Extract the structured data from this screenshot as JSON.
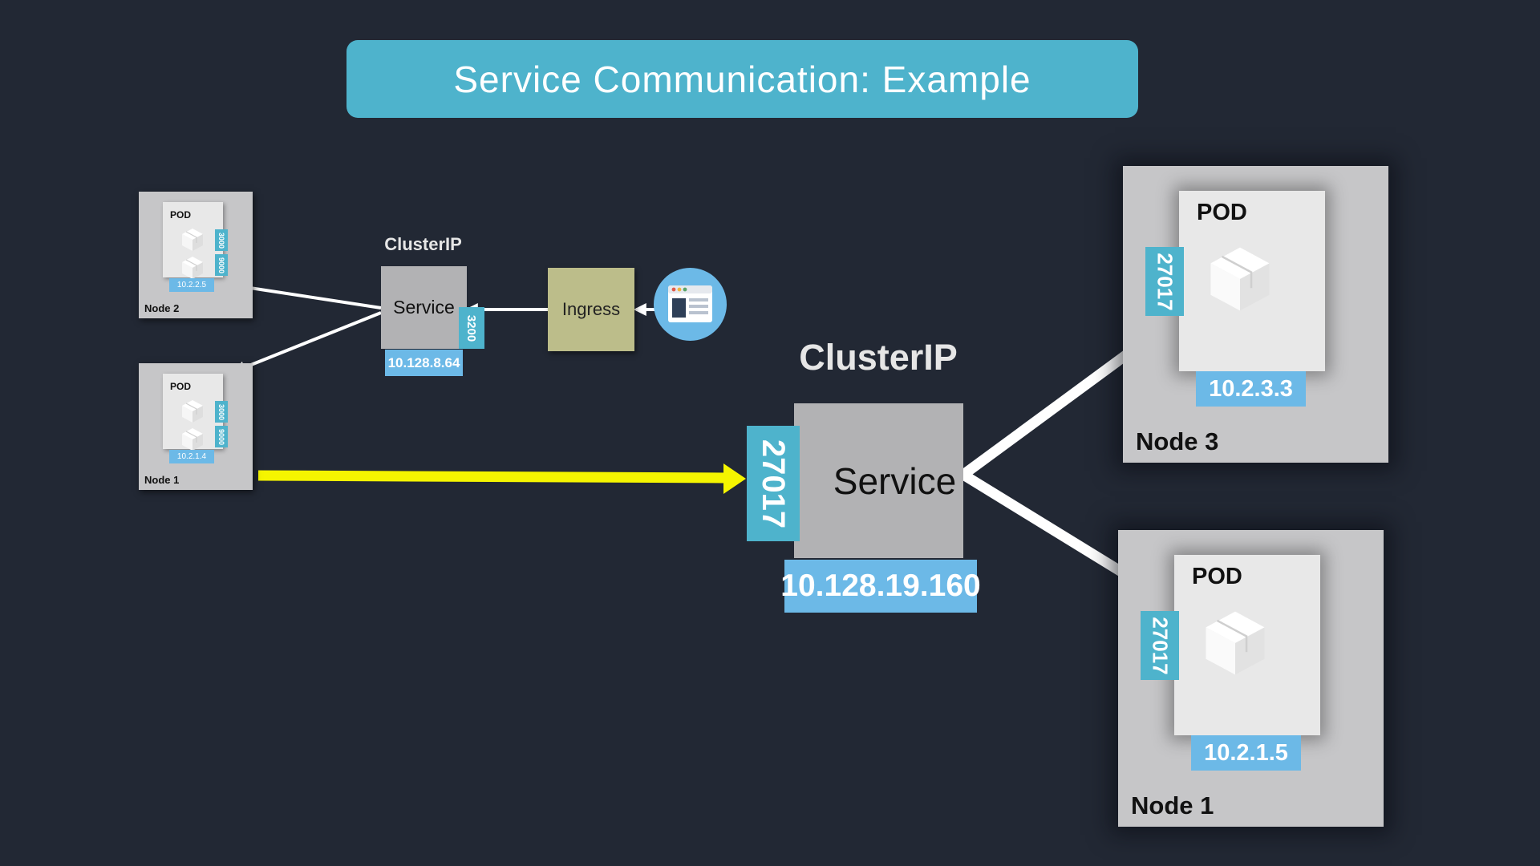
{
  "title": "Service Communication: Example",
  "left_cluster": {
    "node2": {
      "label": "Node 2",
      "pod": {
        "label": "POD",
        "ip": "10.2.2.5",
        "ports": [
          "3000",
          "9000"
        ]
      }
    },
    "node1": {
      "label": "Node 1",
      "pod": {
        "label": "POD",
        "ip": "10.2.1.4",
        "ports": [
          "3000",
          "9000"
        ]
      }
    },
    "service": {
      "cluster_label": "ClusterIP",
      "label": "Service",
      "ip": "10.128.8.64",
      "port": "3200"
    },
    "ingress": {
      "label": "Ingress"
    },
    "browser_icon": "browser-window-icon"
  },
  "main_service": {
    "cluster_label": "ClusterIP",
    "label": "Service",
    "ip": "10.128.19.160",
    "port": "27017"
  },
  "right_nodes": {
    "node3": {
      "label": "Node 3",
      "pod": {
        "label": "POD",
        "ip": "10.2.3.3",
        "port": "27017"
      }
    },
    "node1": {
      "label": "Node 1",
      "pod": {
        "label": "POD",
        "ip": "10.2.1.5",
        "port": "27017"
      }
    }
  },
  "colors": {
    "background": "#222834",
    "banner": "#4eb3cc",
    "port_tag": "#4eb3cc",
    "ip_tag": "#6cb9e7",
    "node": "#c6c6c8",
    "service": "#b2b2b4",
    "ingress": "#bcbd8a",
    "highlight_arrow": "#f5f500",
    "arrow": "#ffffff"
  }
}
